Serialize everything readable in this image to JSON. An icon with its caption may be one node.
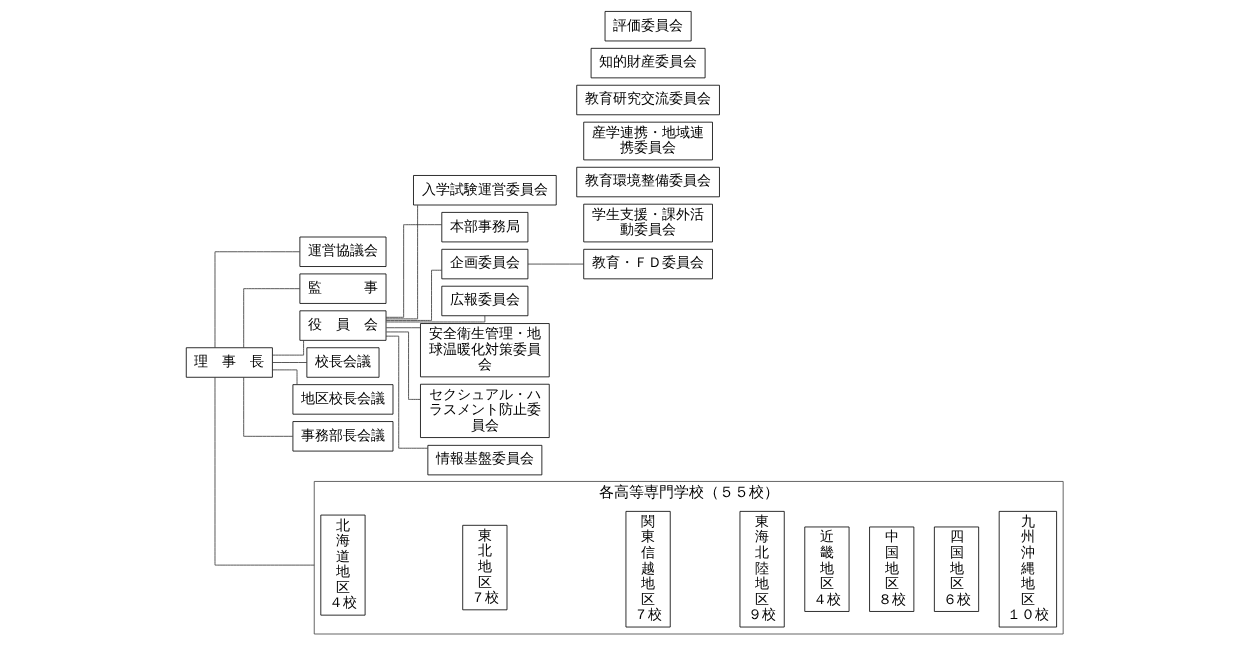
{
  "diagram": {
    "nodes": [
      {
        "text": [
          "理　事　長"
        ]
      },
      {
        "text": [
          "運営協議会"
        ]
      },
      {
        "text": [
          "監　　　事"
        ]
      },
      {
        "text": [
          "役　員　会"
        ]
      },
      {
        "text": [
          "本部事務局"
        ]
      },
      {
        "text": [
          "校長会議"
        ]
      },
      {
        "text": [
          "地区校長会議"
        ]
      },
      {
        "text": [
          "事務部長会議"
        ]
      },
      {
        "text": [
          "企画委員会"
        ]
      },
      {
        "text": [
          "広報委員会"
        ]
      },
      {
        "text": [
          "安全衛生管理・地球温暖化対策委員会"
        ]
      },
      {
        "text": [
          "セクシュアル・ハラスメント防止委員会"
        ]
      },
      {
        "text": [
          "情報基盤委員会"
        ]
      },
      {
        "text": [
          "入学試験運営委員会"
        ]
      },
      {
        "text": [
          "教育・ＦＤ委員会"
        ]
      },
      {
        "text": [
          "学生支援・課外活動委員会"
        ]
      },
      {
        "text": [
          "教育環境整備委員会"
        ]
      },
      {
        "text": [
          "産学連携・地域連携委員会"
        ]
      },
      {
        "text": [
          "教育研究交流委員会"
        ]
      },
      {
        "text": [
          "知的財産委員会"
        ]
      },
      {
        "text": [
          "評価委員会"
        ]
      },
      {
        "text": [
          "各高等専門学校（５５校）"
        ]
      },
      {
        "text": [
          "北海道地区",
          "４校"
        ],
        "in": 21
      },
      {
        "text": [
          "東北地区",
          "７校"
        ],
        "in": 21
      },
      {
        "text": [
          "関東信越地区",
          "７校"
        ],
        "in": 21
      },
      {
        "text": [
          "東海北陸地区",
          "９校"
        ],
        "in": 21
      },
      {
        "text": [
          "近畿地区",
          "４校"
        ],
        "in": 21
      },
      {
        "text": [
          "中国地区",
          "８校"
        ],
        "in": 21
      },
      {
        "text": [
          "四国地区",
          "６校"
        ],
        "in": 21
      },
      {
        "text": [
          "九州沖縄地区",
          "１０校"
        ],
        "in": 21
      }
    ],
    "edges": [
      {
        "from": 0,
        "to": 1,
        "arrow": "none"
      },
      {
        "from": 0,
        "to": 2,
        "arrow": "none"
      },
      {
        "from": 0,
        "to": 3,
        "arrow": "none"
      },
      {
        "from": 3,
        "to": 4,
        "arrow": "none"
      },
      {
        "from": 0,
        "to": 5,
        "arrow": "none"
      },
      {
        "from": 0,
        "to": 6,
        "arrow": "none"
      },
      {
        "from": 0,
        "to": 7,
        "arrow": "none"
      },
      {
        "from": 0,
        "to": 21,
        "arrow": "none"
      },
      {
        "from": 3,
        "to": 8,
        "arrow": "none"
      },
      {
        "from": 3,
        "to": 9,
        "arrow": "none"
      },
      {
        "from": 3,
        "to": 10,
        "arrow": "none"
      },
      {
        "from": 3,
        "to": 11,
        "arrow": "none"
      },
      {
        "from": 3,
        "to": 12,
        "arrow": "none"
      },
      {
        "from": 3,
        "to": 13,
        "arrow": "none"
      },
      {
        "from": 8,
        "to": 14,
        "arrow": "none"
      }
    ]
  }
}
